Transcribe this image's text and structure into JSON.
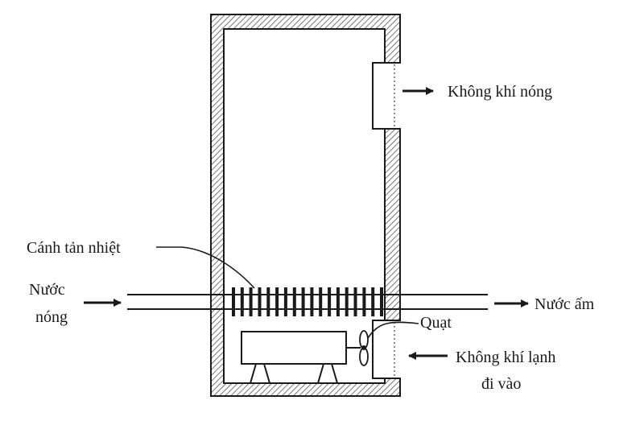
{
  "labels": {
    "hot_air": "Không khí nóng",
    "fins": "Cánh tản nhiệt",
    "hot_water_line1": "Nước",
    "hot_water_line2": "nóng",
    "warm_water": "Nước ấm",
    "fan": "Quạt",
    "cold_air_line1": "Không khí lạnh",
    "cold_air_line2": "đi vào"
  },
  "colors": {
    "line": "#1a1a1a",
    "hatch": "#555555",
    "background": "#ffffff"
  },
  "components": {
    "fin_count": 18
  }
}
